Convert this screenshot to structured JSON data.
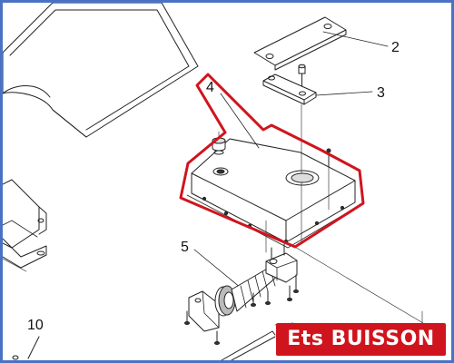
{
  "callouts": {
    "label_2": "2",
    "label_3": "3",
    "label_4": "4",
    "label_5": "5",
    "label_10": "10"
  },
  "brand": {
    "text": "Ets BUISSON",
    "background_color": "#d0141d",
    "text_color": "#ffffff"
  },
  "highlight_color": "#d0141d",
  "frame_color": "#4a72c4"
}
